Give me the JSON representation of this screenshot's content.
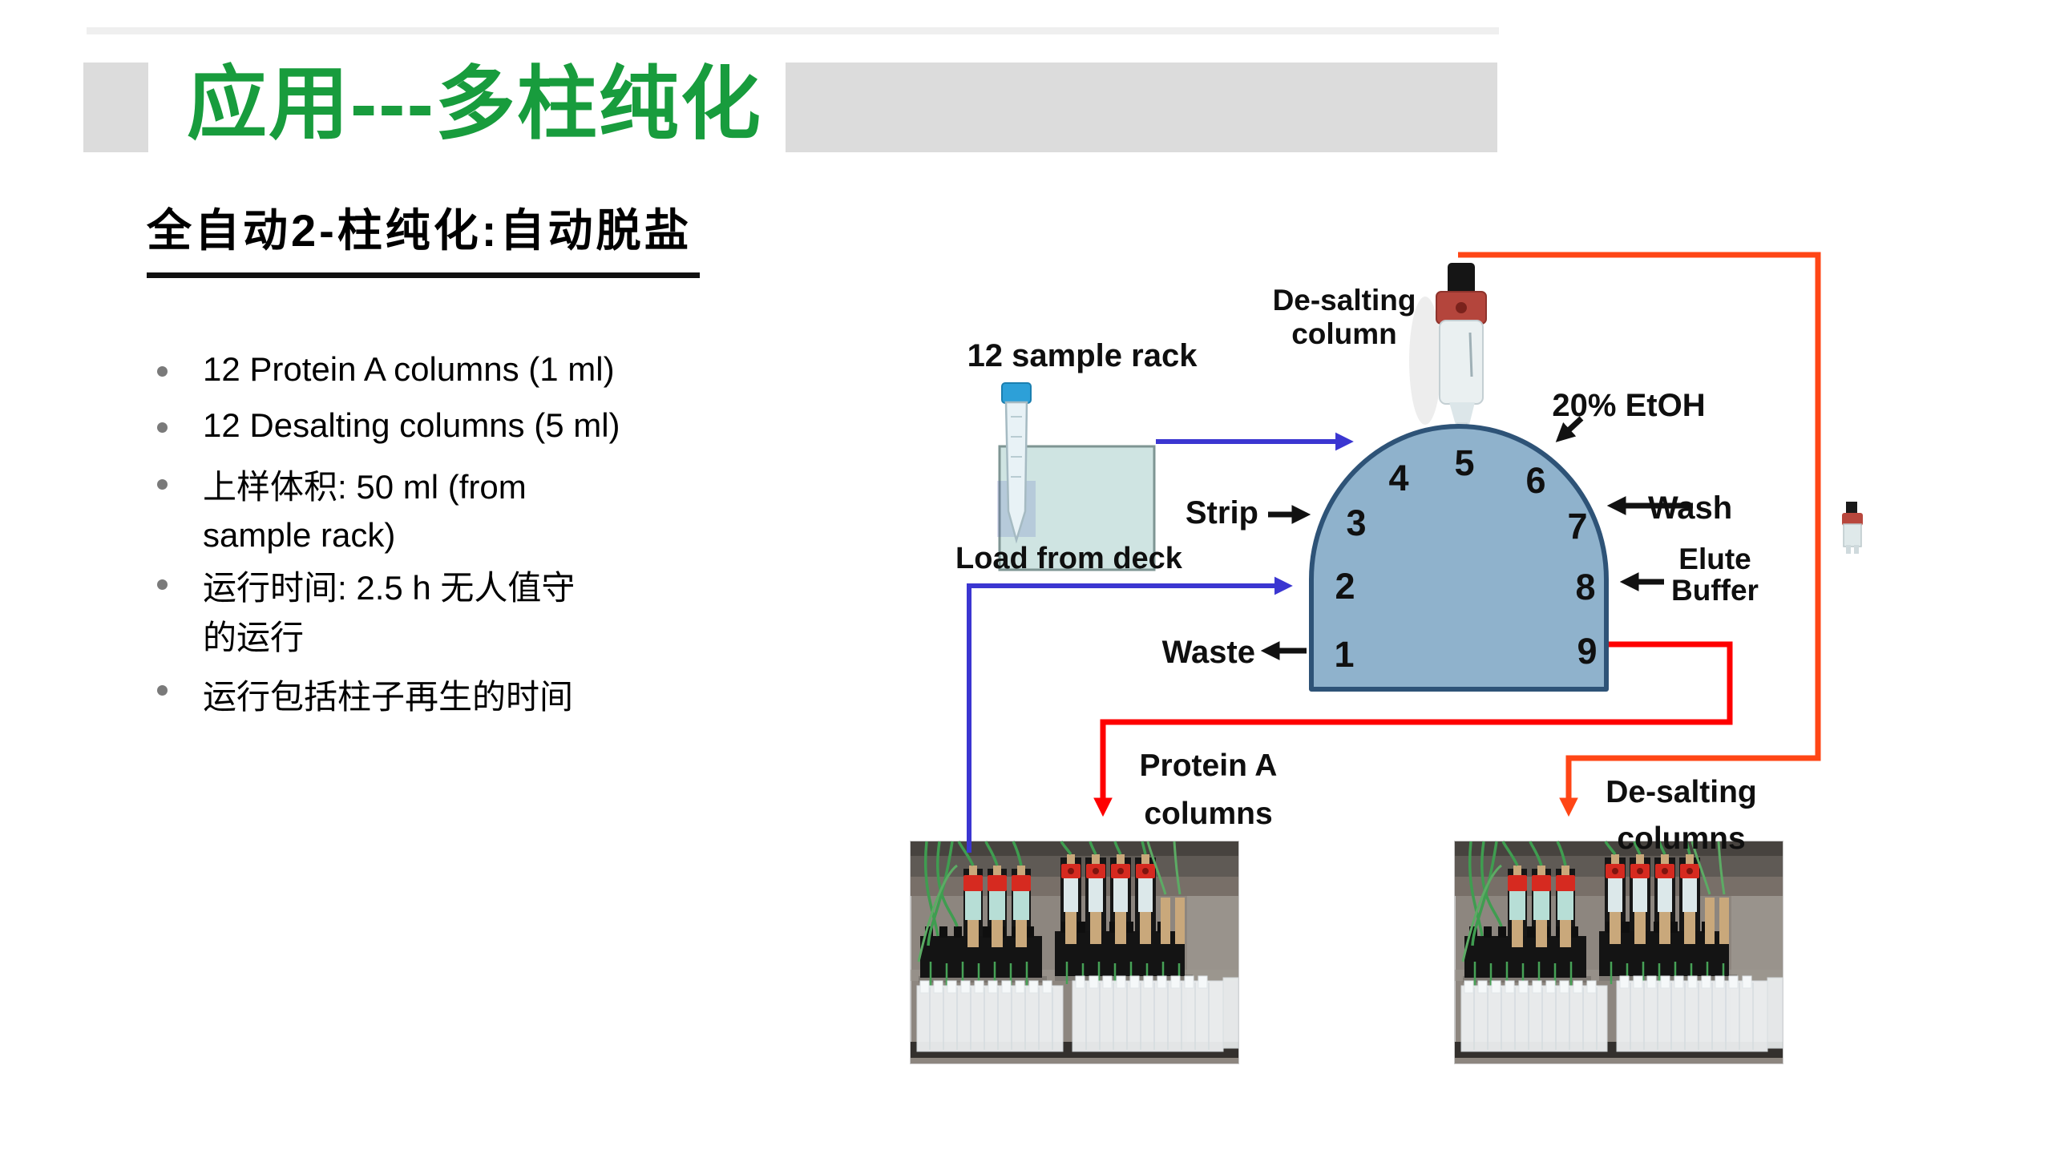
{
  "slide": {
    "title": "应用---多柱纯化",
    "heading": "全自动2-柱纯化:自动脱盐",
    "bullets": [
      {
        "lines": [
          "12 Protein A columns (1 ml)"
        ]
      },
      {
        "lines": [
          "12 Desalting columns (5 ml)"
        ]
      },
      {
        "lines": [
          "上样体积: 50 ml (from",
          "sample rack)"
        ]
      },
      {
        "lines": [
          "运行时间: 2.5 h 无人值守",
          "的运行"
        ]
      },
      {
        "lines": [
          "运行包括柱子再生的时间"
        ]
      }
    ],
    "colors": {
      "accent_green": "#189c3d",
      "decoration_gray": "#dcdcdc"
    }
  },
  "diagram": {
    "sample_rack_label": "12 sample rack",
    "desalting_column_label": [
      "De-salting",
      "column"
    ],
    "etoh_label": "20% EtOH",
    "strip_label": "Strip",
    "load_from_deck_label": "Load from deck",
    "waste_label": "Waste",
    "wash_label": "Wash",
    "elute_buffer_label": [
      "Elute",
      "Buffer"
    ],
    "valve_ports": [
      "1",
      "2",
      "3",
      "4",
      "5",
      "6",
      "7",
      "8",
      "9"
    ],
    "protein_a_caption": [
      "Protein A",
      "columns"
    ],
    "desalting_caption": [
      "De-salting",
      "columns"
    ],
    "colors": {
      "valve_fill": "#8fb2cc",
      "valve_border": "#2e5377",
      "load_line_blue": "#3b36d1",
      "eluate_line_red": "#fe0000",
      "etoh_line_orange": "#ff4616"
    }
  }
}
